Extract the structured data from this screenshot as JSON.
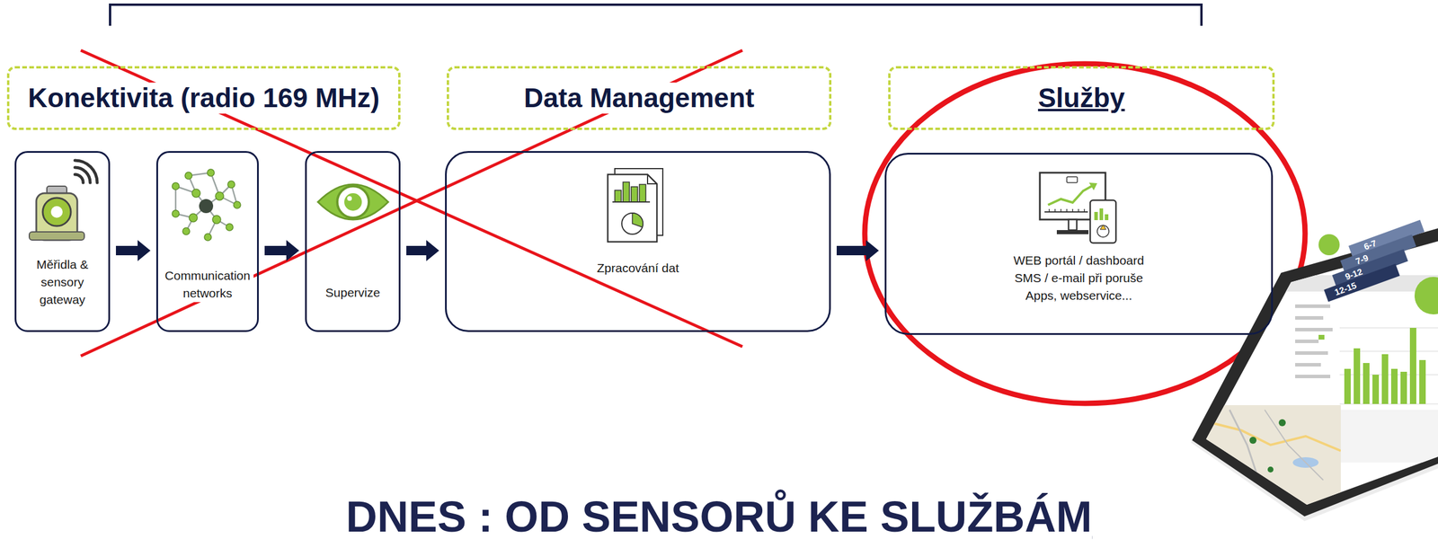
{
  "diagram": {
    "title": "DNES : OD SENSORŮ KE SLUŽBÁM",
    "nodes": [
      {
        "text": [
          "Konektivita (radio 169 MHz)"
        ]
      },
      {
        "text": [
          "Měřidla & sensory gateway"
        ]
      },
      {
        "text": [
          "Communication networks"
        ]
      },
      {
        "text": [
          "Supervize"
        ]
      },
      {
        "text": [
          "Data Management"
        ]
      },
      {
        "text": [
          "Zpracování dat"
        ]
      },
      {
        "text": [
          "Služby"
        ]
      },
      {
        "text": [
          "WEB portál / dashboard SMS / e-mail při poruše Apps, webservice..."
        ]
      }
    ],
    "edges": [
      {
        "from": 1,
        "to": 2,
        "arrow": "to"
      },
      {
        "from": 2,
        "to": 3,
        "arrow": "to"
      },
      {
        "from": 3,
        "to": 5,
        "arrow": "to"
      },
      {
        "from": 5,
        "to": 7,
        "arrow": "to"
      }
    ],
    "labels": [
      "6-7",
      "7-9",
      "9-12",
      "12-15"
    ]
  }
}
